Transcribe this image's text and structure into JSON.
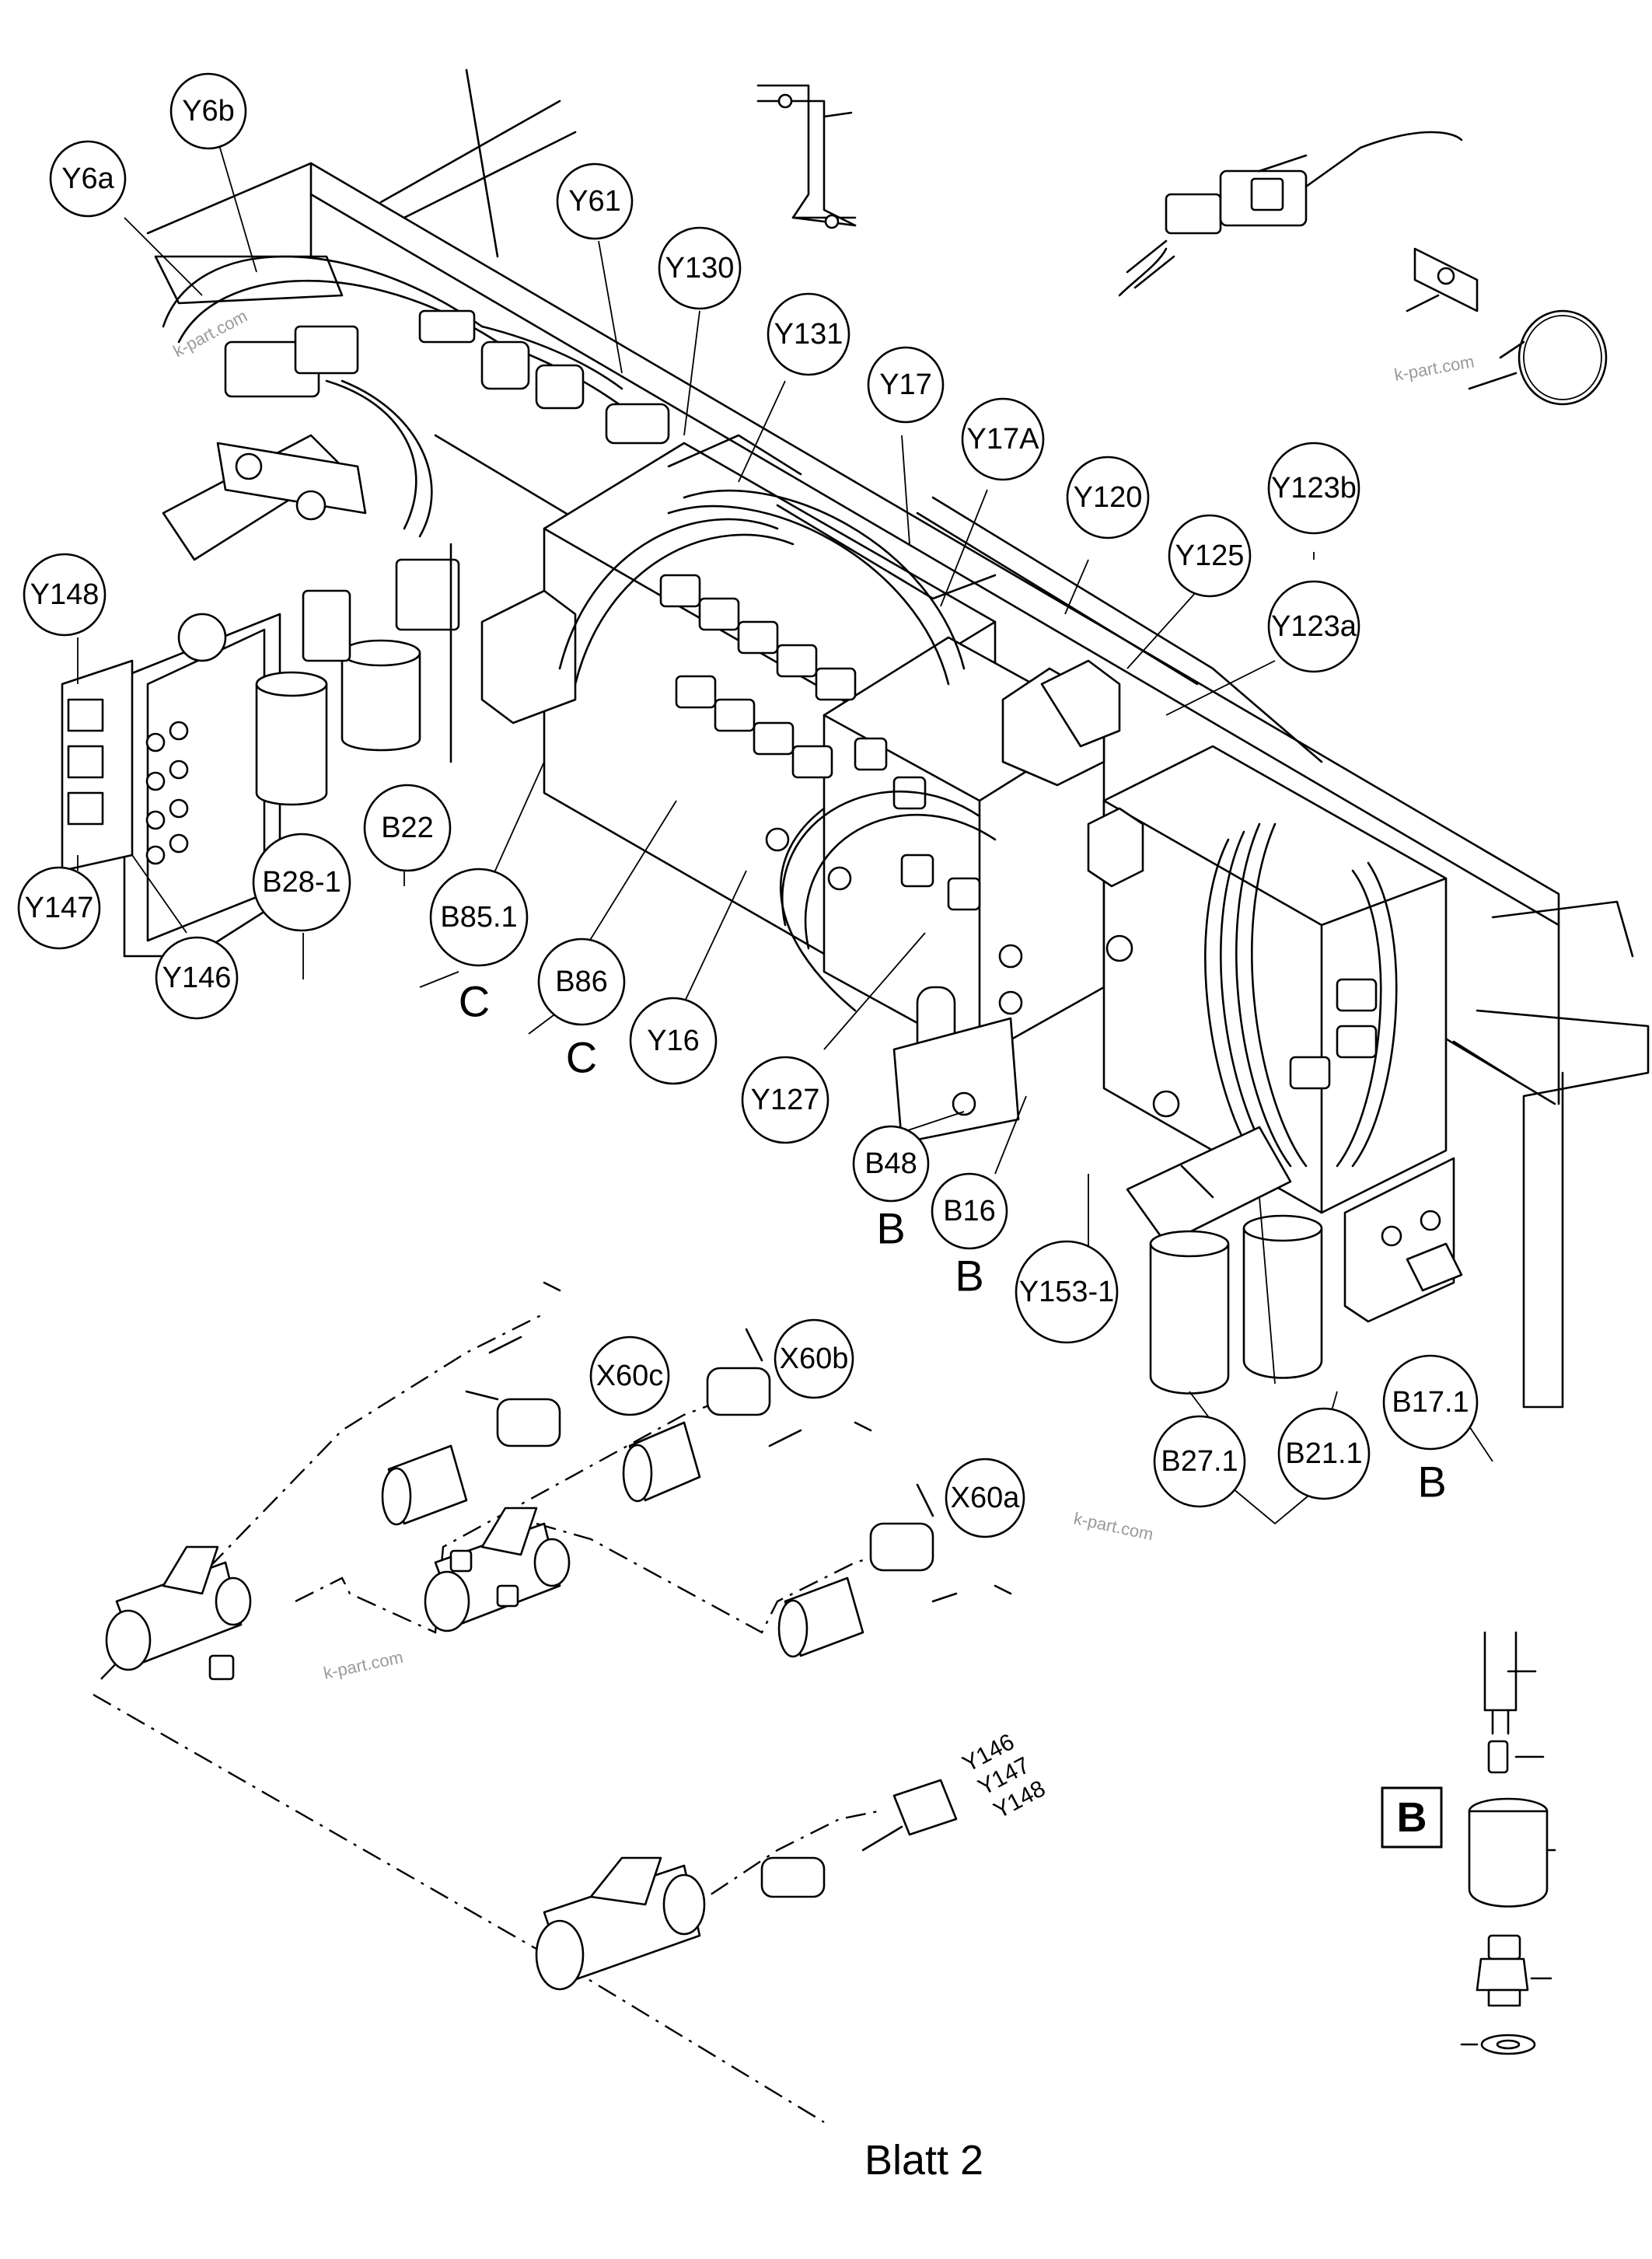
{
  "callouts": [
    {
      "id": "Y6a",
      "label": "Y6a"
    },
    {
      "id": "Y6b",
      "label": "Y6b"
    },
    {
      "id": "Y61",
      "label": "Y61"
    },
    {
      "id": "Y130",
      "label": "Y130"
    },
    {
      "id": "Y131",
      "label": "Y131"
    },
    {
      "id": "Y17",
      "label": "Y17"
    },
    {
      "id": "Y17A",
      "label": "Y17A"
    },
    {
      "id": "Y120",
      "label": "Y120"
    },
    {
      "id": "Y123b",
      "label": "Y123b"
    },
    {
      "id": "Y125",
      "label": "Y125"
    },
    {
      "id": "Y123a",
      "label": "Y123a"
    },
    {
      "id": "Y148",
      "label": "Y148"
    },
    {
      "id": "Y147",
      "label": "Y147"
    },
    {
      "id": "Y146",
      "label": "Y146"
    },
    {
      "id": "B28-1",
      "label": "B28-1"
    },
    {
      "id": "B22",
      "label": "B22"
    },
    {
      "id": "B85.1",
      "label": "B85.1"
    },
    {
      "id": "B86",
      "label": "B86"
    },
    {
      "id": "Y16",
      "label": "Y16"
    },
    {
      "id": "Y127",
      "label": "Y127"
    },
    {
      "id": "B48",
      "label": "B48"
    },
    {
      "id": "B16",
      "label": "B16"
    },
    {
      "id": "Y153-1",
      "label": "Y153-1"
    },
    {
      "id": "X60c",
      "label": "X60c"
    },
    {
      "id": "X60b",
      "label": "X60b"
    },
    {
      "id": "X60a",
      "label": "X60a"
    },
    {
      "id": "B27.1",
      "label": "B27.1"
    },
    {
      "id": "B21.1",
      "label": "B21.1"
    },
    {
      "id": "B17.1",
      "label": "B17.1"
    }
  ],
  "detail_letters": [
    "C",
    "C",
    "B",
    "B",
    "B"
  ],
  "plug_labels": [
    "Y146",
    "Y147",
    "Y148"
  ],
  "detail_box": {
    "label": "B"
  },
  "watermarks": [
    "k-part.com",
    "k-part.com",
    "k-part.com",
    "k-part.com"
  ],
  "sheet_caption": "Blatt 2"
}
